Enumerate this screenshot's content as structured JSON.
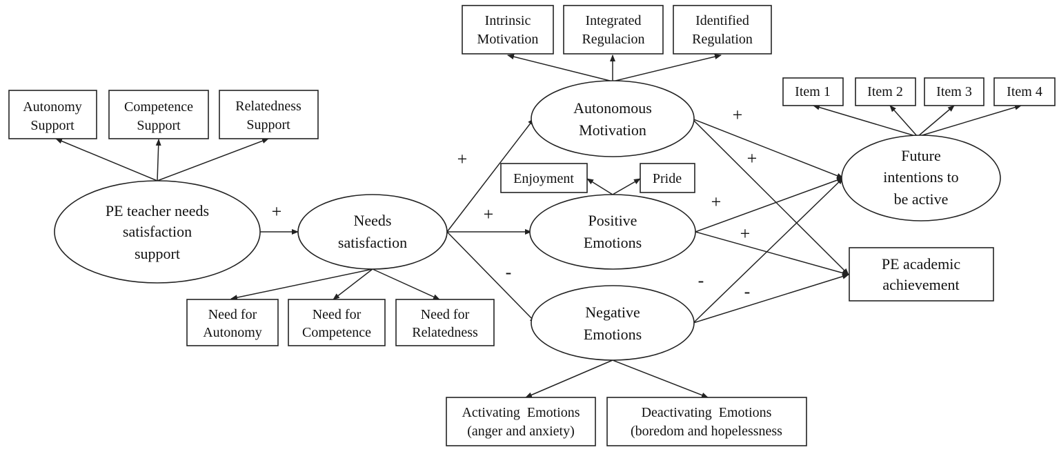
{
  "constructs": {
    "pe_teacher": [
      "PE teacher needs",
      "satisfaction",
      "support"
    ],
    "needs_satisfaction": [
      "Needs",
      "satisfaction"
    ],
    "autonomous_motivation": [
      "Autonomous",
      "Motivation"
    ],
    "positive_emotions": [
      "Positive",
      "Emotions"
    ],
    "negative_emotions": [
      "Negative",
      "Emotions"
    ],
    "future_intentions": [
      "Future",
      "intentions to",
      "be active"
    ]
  },
  "indicators": {
    "autonomy_support": [
      "Autonomy",
      "Support"
    ],
    "competence_support": [
      "Competence",
      "Support"
    ],
    "relatedness_support": [
      "Relatedness",
      "Support"
    ],
    "need_autonomy": [
      "Need for",
      "Autonomy"
    ],
    "need_competence": [
      "Need for",
      "Competence"
    ],
    "need_relatedness": [
      "Need for",
      "Relatedness"
    ],
    "intrinsic_motivation": [
      "Intrinsic",
      "Motivation"
    ],
    "integrated_regulation": [
      "Integrated",
      "Regulacion"
    ],
    "identified_regulation": [
      "Identified",
      "Regulation"
    ],
    "enjoyment": "Enjoyment",
    "pride": "Pride",
    "activating_emotions": [
      "Activating  Emotions",
      "(anger and anxiety)"
    ],
    "deactivating_emotions": [
      "Deactivating  Emotions",
      "(boredom and hopelessness"
    ],
    "item_1": "Item 1",
    "item_2": "Item 2",
    "item_3": "Item 3",
    "item_4": "Item 4"
  },
  "outcomes": {
    "pe_academic_achievement": [
      "PE academic",
      "achievement"
    ]
  },
  "path_signs": {
    "support_to_needs": "+",
    "needs_to_autonomous": "+",
    "needs_to_positive": "+",
    "needs_to_negative": "-",
    "autonomous_to_intentions": "+",
    "autonomous_to_achievement": "+",
    "positive_to_intentions": "+",
    "positive_to_achievement": "+",
    "negative_to_intentions": "-",
    "negative_to_achievement": "-"
  },
  "colors": {
    "line": "#222222",
    "background": "#ffffff",
    "text": "#111111"
  }
}
